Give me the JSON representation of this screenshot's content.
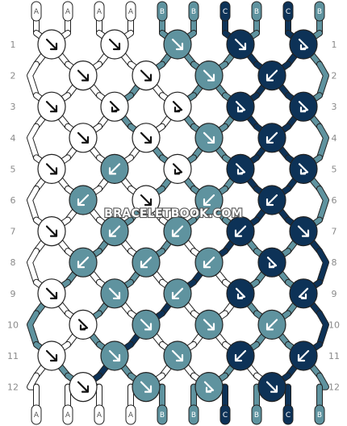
{
  "watermark": "BRACELETBOOK.COM",
  "colors": {
    "A": "#ffffff",
    "B": "#5f939f",
    "C": "#0d3257"
  },
  "strand_label_colors": {
    "A": "#555555",
    "B": "#ffffff",
    "C": "#ffffff"
  },
  "top_strands": [
    "A",
    "A",
    "A",
    "A",
    "B",
    "B",
    "C",
    "B",
    "C",
    "B"
  ],
  "bottom_strands": [
    "A",
    "A",
    "A",
    "A",
    "B",
    "B",
    "C",
    "B",
    "C",
    "B"
  ],
  "row_numbers": [
    "1",
    "2",
    "3",
    "4",
    "5",
    "6",
    "7",
    "8",
    "9",
    "10",
    "11",
    "12"
  ],
  "knot_rows": [
    [
      {
        "c": "A",
        "d": "se"
      },
      {
        "c": "A",
        "d": "se"
      },
      {
        "c": "B",
        "d": "se"
      },
      {
        "c": "C",
        "d": "se"
      },
      {
        "c": "C",
        "d": "ser"
      }
    ],
    [
      {
        "c": "A",
        "d": "se"
      },
      {
        "c": "A",
        "d": "se"
      },
      {
        "c": "B",
        "d": "se"
      },
      {
        "c": "C",
        "d": "sw"
      }
    ],
    [
      {
        "c": "A",
        "d": "se"
      },
      {
        "c": "A",
        "d": "ser"
      },
      {
        "c": "A",
        "d": "ser"
      },
      {
        "c": "C",
        "d": "ser"
      },
      {
        "c": "C",
        "d": "ser"
      }
    ],
    [
      {
        "c": "A",
        "d": "se"
      },
      {
        "c": "A",
        "d": "se"
      },
      {
        "c": "B",
        "d": "se"
      },
      {
        "c": "C",
        "d": "sw"
      }
    ],
    [
      {
        "c": "A",
        "d": "se"
      },
      {
        "c": "B",
        "d": "sw"
      },
      {
        "c": "A",
        "d": "ser"
      },
      {
        "c": "C",
        "d": "ser"
      },
      {
        "c": "C",
        "d": "ser"
      }
    ],
    [
      {
        "c": "B",
        "d": "sw"
      },
      {
        "c": "A",
        "d": "se"
      },
      {
        "c": "B",
        "d": "sw"
      },
      {
        "c": "C",
        "d": "sw"
      }
    ],
    [
      {
        "c": "A",
        "d": "se"
      },
      {
        "c": "B",
        "d": "sw"
      },
      {
        "c": "B",
        "d": "sw"
      },
      {
        "c": "C",
        "d": "sw"
      },
      {
        "c": "C",
        "d": "se"
      }
    ],
    [
      {
        "c": "B",
        "d": "sw"
      },
      {
        "c": "B",
        "d": "sw"
      },
      {
        "c": "B",
        "d": "sw"
      },
      {
        "c": "C",
        "d": "ser"
      }
    ],
    [
      {
        "c": "A",
        "d": "se"
      },
      {
        "c": "B",
        "d": "se"
      },
      {
        "c": "B",
        "d": "sw"
      },
      {
        "c": "C",
        "d": "ser"
      },
      {
        "c": "C",
        "d": "swl"
      }
    ],
    [
      {
        "c": "A",
        "d": "ser"
      },
      {
        "c": "B",
        "d": "se"
      },
      {
        "c": "B",
        "d": "se"
      },
      {
        "c": "B",
        "d": "sw"
      }
    ],
    [
      {
        "c": "A",
        "d": "se"
      },
      {
        "c": "B",
        "d": "se"
      },
      {
        "c": "B",
        "d": "se"
      },
      {
        "c": "C",
        "d": "sw"
      },
      {
        "c": "C",
        "d": "sw"
      }
    ],
    [
      {
        "c": "A",
        "d": "se"
      },
      {
        "c": "B",
        "d": "se"
      },
      {
        "c": "B",
        "d": "ser"
      },
      {
        "c": "C",
        "d": "se"
      }
    ]
  ]
}
